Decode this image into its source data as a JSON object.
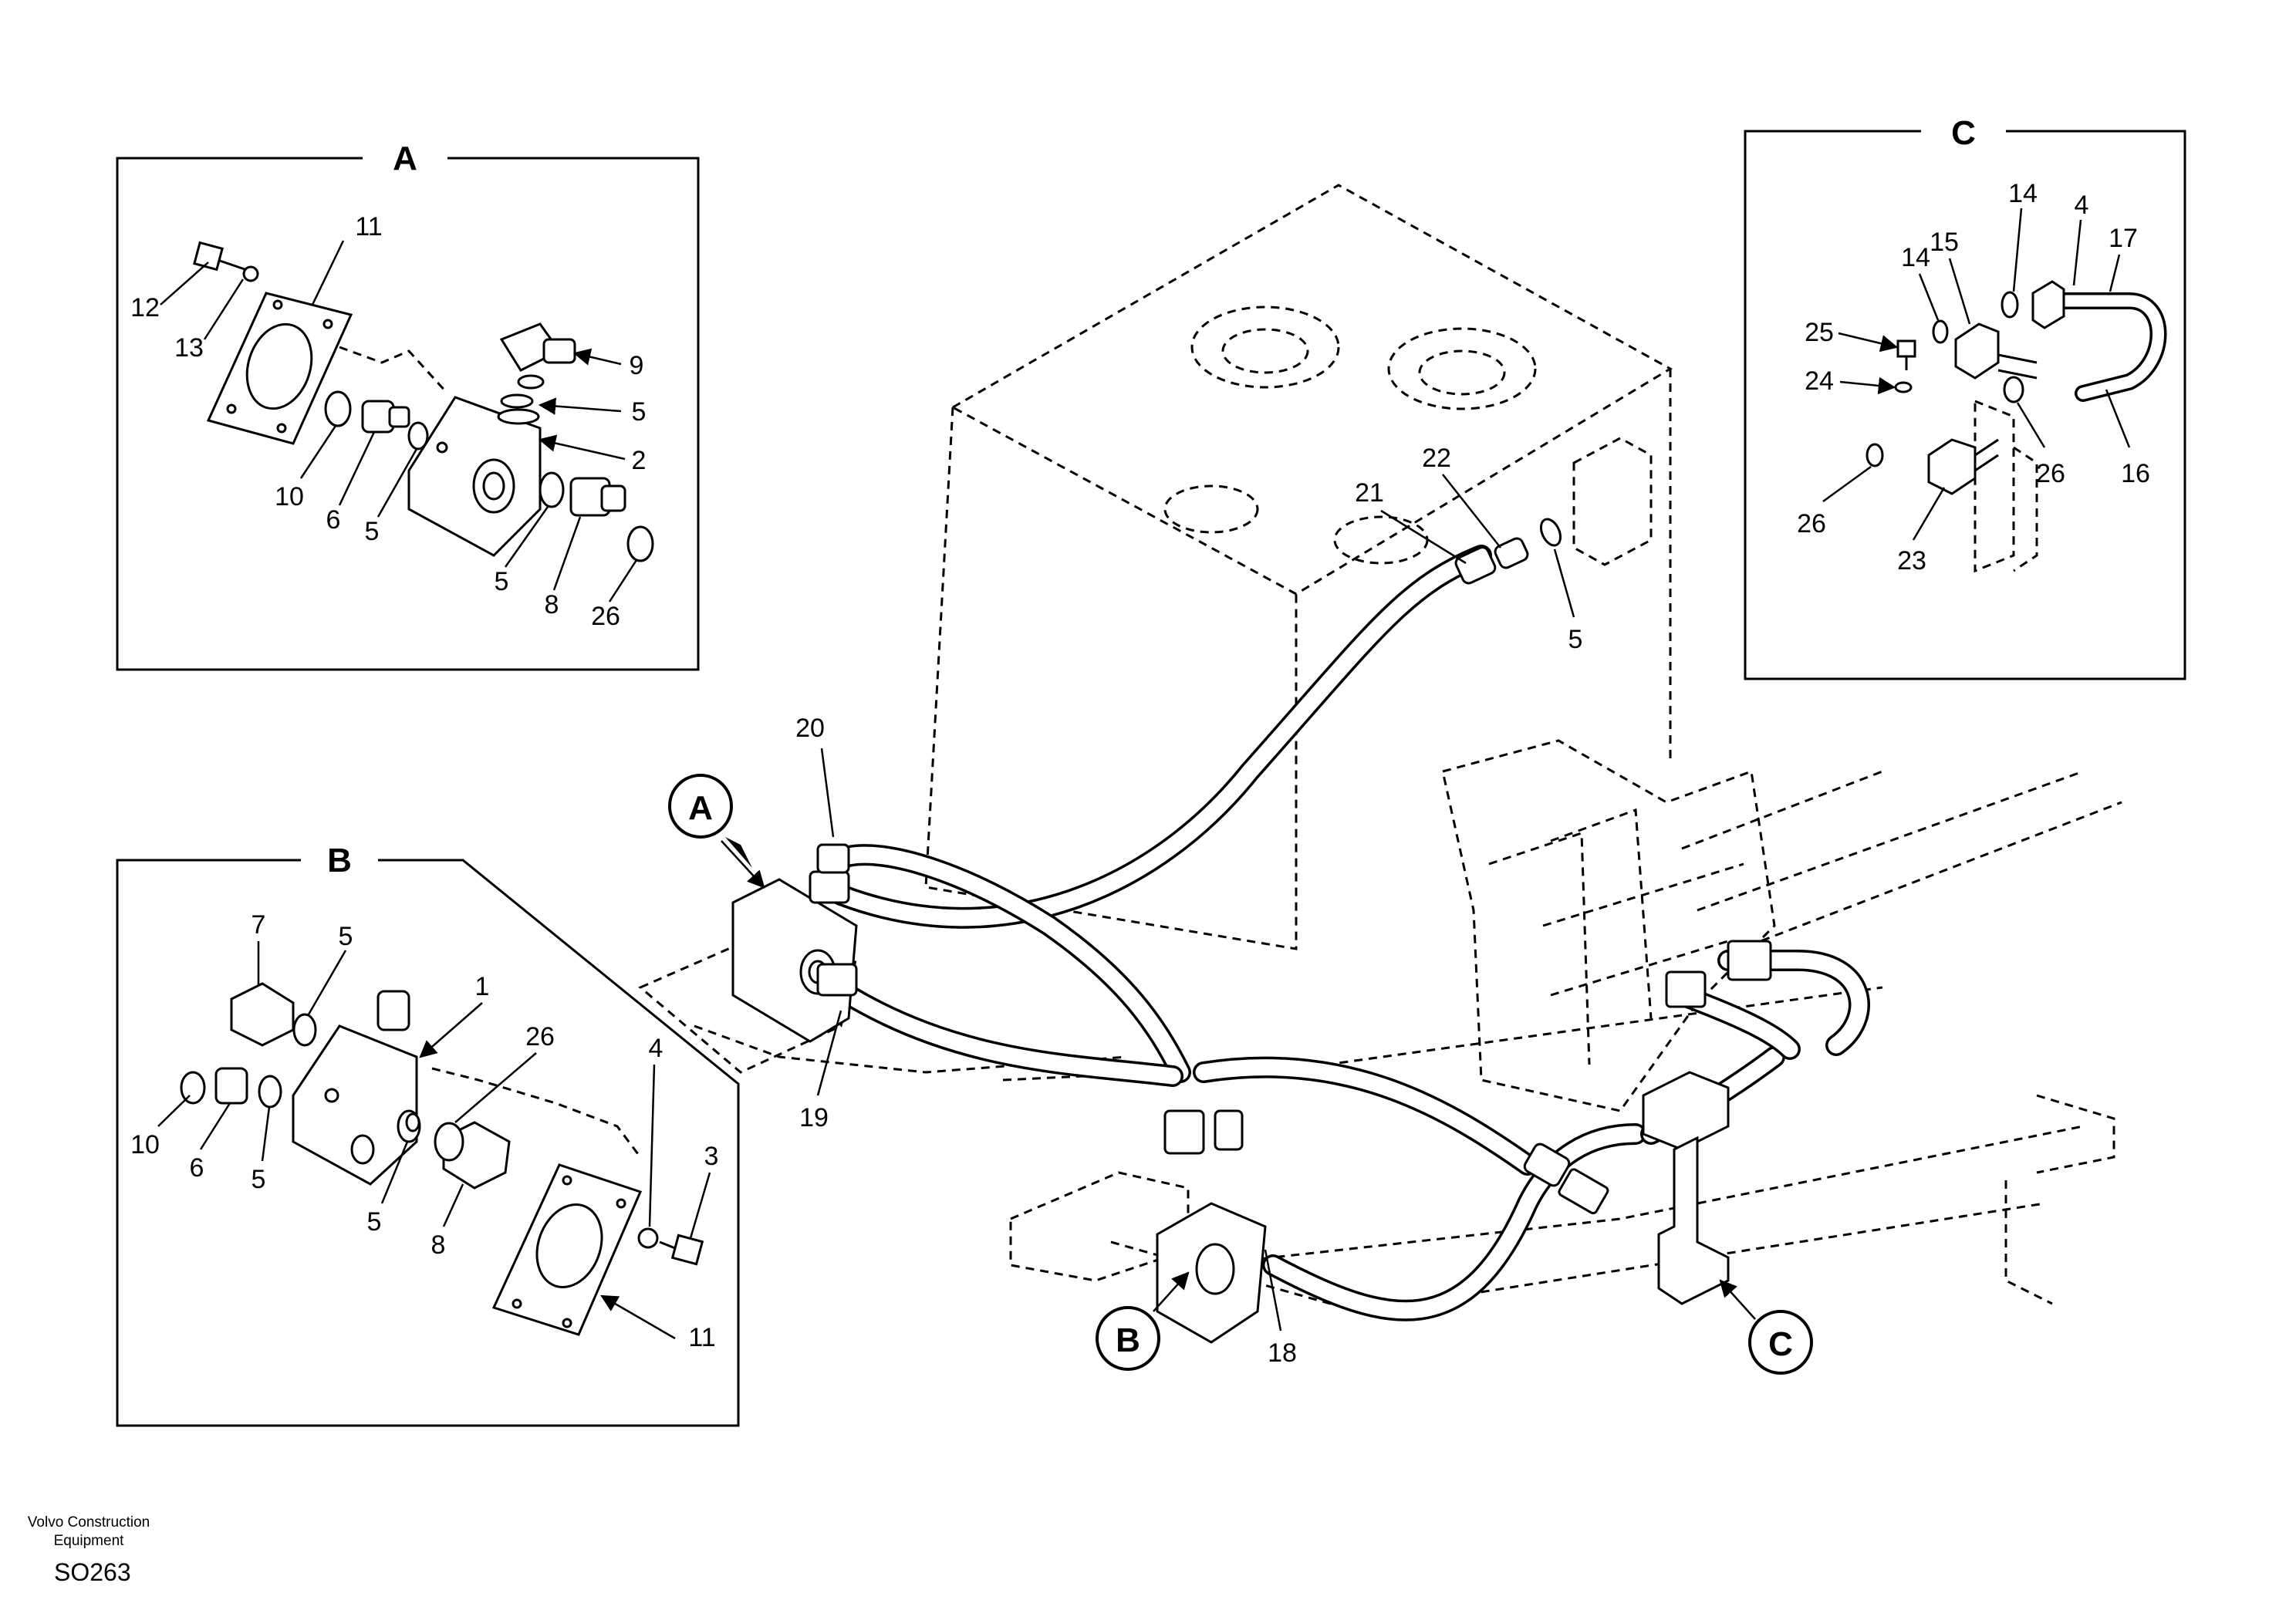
{
  "footer": {
    "company_line1": "Volvo Construction",
    "company_line2": "Equipment",
    "drawing_code": "SO263"
  },
  "sections": {
    "a": {
      "title": "A"
    },
    "b": {
      "title": "B"
    },
    "c": {
      "title": "C"
    }
  },
  "view_markers": {
    "a": "A",
    "b": "B",
    "c": "C"
  },
  "callouts": {
    "a_11": "11",
    "a_12": "12",
    "a_13": "13",
    "a_9": "9",
    "a_5a": "5",
    "a_2": "2",
    "a_10": "10",
    "a_6": "6",
    "a_5b": "5",
    "a_5c": "5",
    "a_8": "8",
    "a_26": "26",
    "b_7": "7",
    "b_5a": "5",
    "b_1": "1",
    "b_26": "26",
    "b_10": "10",
    "b_6": "6",
    "b_5b": "5",
    "b_5c": "5",
    "b_8": "8",
    "b_4": "4",
    "b_3": "3",
    "b_11": "11",
    "c_14a": "14",
    "c_4": "4",
    "c_17": "17",
    "c_14b": "14",
    "c_15": "15",
    "c_25": "25",
    "c_24": "24",
    "c_26a": "26",
    "c_16": "16",
    "c_26b": "26",
    "c_23": "23",
    "m_21": "21",
    "m_22": "22",
    "m_5": "5",
    "m_20": "20",
    "m_19": "19",
    "m_18": "18"
  }
}
